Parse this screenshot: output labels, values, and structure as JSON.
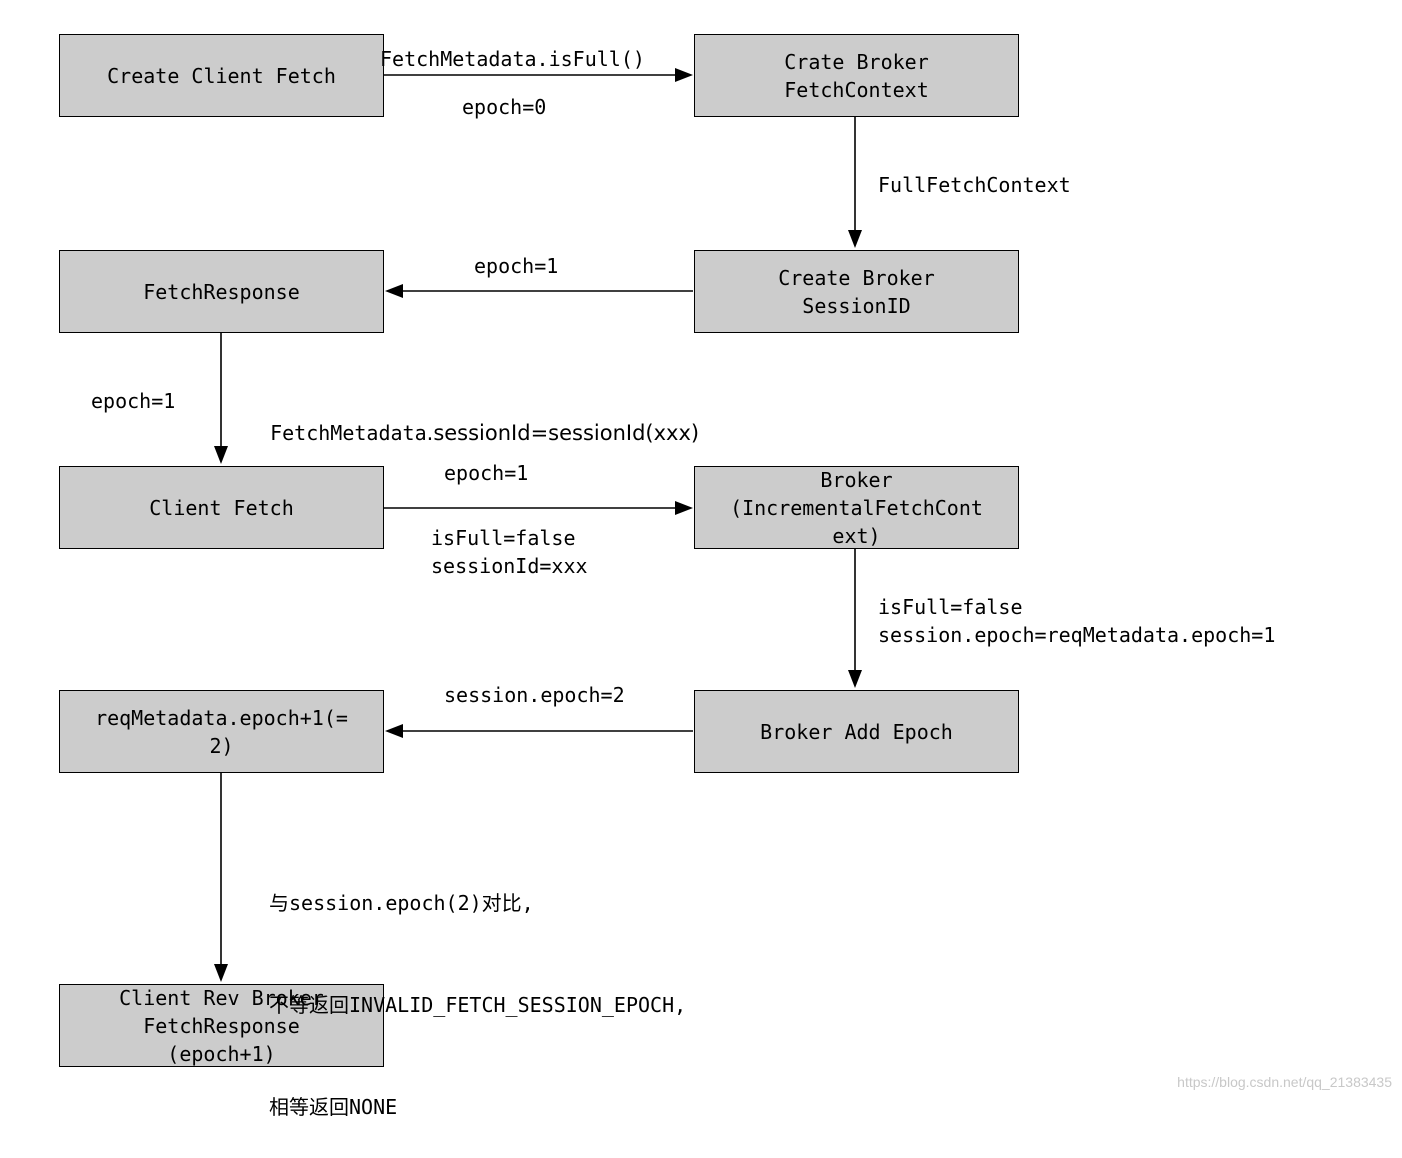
{
  "nodes": {
    "create_client_fetch": "Create Client Fetch",
    "crate_broker_fetchcontext": "Crate Broker\nFetchContext",
    "fetch_response": "FetchResponse",
    "create_broker_sessionid": "Create Broker\nSessionID",
    "client_fetch": "Client Fetch",
    "broker_incremental": "Broker\n(IncrementalFetchCont\next)",
    "req_metadata_epoch": "reqMetadata.epoch+1(=\n2)",
    "broker_add_epoch": "Broker Add Epoch",
    "client_rev_broker": "Client Rev Broker\nFetchResponse\n(epoch+1)"
  },
  "edges": {
    "e1_top": "FetchMetadata.isFull()",
    "e1_bottom": "epoch=0",
    "e2": "FullFetchContext",
    "e3": "epoch=1",
    "e4_left": "epoch=1",
    "e4_right_prefix": "FetchMetadata",
    "e4_right_suffix": ".sessionId=sessionId(xxx)",
    "e5_top": "epoch=1",
    "e5_bottom": "isFull=false\nsessionId=xxx",
    "e6": "isFull=false\nsession.epoch=reqMetadata.epoch=1",
    "e7": "session.epoch=2",
    "e8_line1": "与session.epoch(2)对比,",
    "e8_line2": "不等返回INVALID_FETCH_SESSION_EPOCH,",
    "e8_line3": "相等返回NONE"
  },
  "watermark": "https://blog.csdn.net/qq_21383435"
}
